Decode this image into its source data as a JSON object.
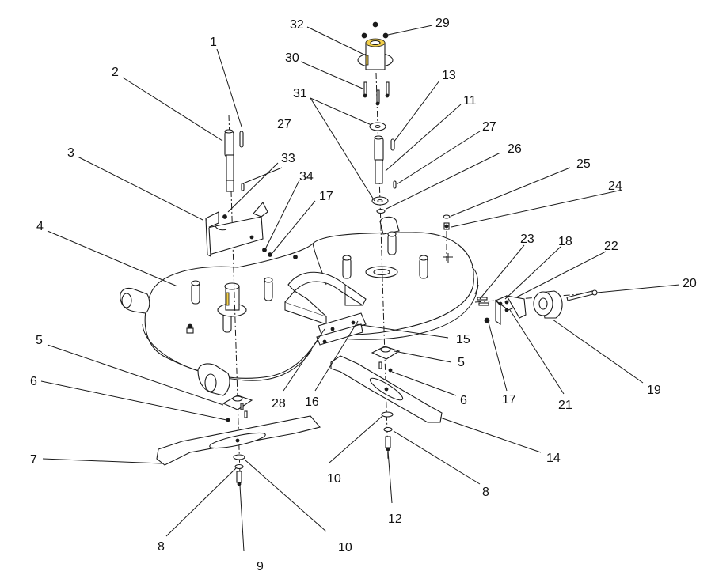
{
  "callouts": [
    {
      "id": "c1",
      "text": "1",
      "part": "key"
    },
    {
      "id": "c2",
      "text": "2",
      "part": "spindle-shaft"
    },
    {
      "id": "c3",
      "text": "3",
      "part": "mounting-bracket"
    },
    {
      "id": "c4",
      "text": "4",
      "part": "mower-deck"
    },
    {
      "id": "c5a",
      "text": "5",
      "part": "blade-adapter"
    },
    {
      "id": "c6a",
      "text": "6",
      "part": "adapter-bolt"
    },
    {
      "id": "c7",
      "text": "7",
      "part": "blade"
    },
    {
      "id": "c8a",
      "text": "8",
      "part": "lock-washer"
    },
    {
      "id": "c9",
      "text": "9",
      "part": "blade-bolt"
    },
    {
      "id": "c10a",
      "text": "10",
      "part": "flat-washer"
    },
    {
      "id": "c10b",
      "text": "10",
      "part": "flat-washer"
    },
    {
      "id": "c8b",
      "text": "8",
      "part": "lock-washer"
    },
    {
      "id": "c12",
      "text": "12",
      "part": "blade-bolt"
    },
    {
      "id": "c14",
      "text": "14",
      "part": "blade"
    },
    {
      "id": "c6b",
      "text": "6",
      "part": "adapter-bolt"
    },
    {
      "id": "c5b",
      "text": "5",
      "part": "blade-adapter"
    },
    {
      "id": "c15",
      "text": "15",
      "part": "deflector-hinge"
    },
    {
      "id": "c16",
      "text": "16",
      "part": "hinge-pin"
    },
    {
      "id": "c28",
      "text": "28",
      "part": "discharge-deflector"
    },
    {
      "id": "c17a",
      "text": "17",
      "part": "nut"
    },
    {
      "id": "c17b",
      "text": "17",
      "part": "nut"
    },
    {
      "id": "c21",
      "text": "21",
      "part": "wheel-bracket"
    },
    {
      "id": "c19",
      "text": "19",
      "part": "gauge-wheel"
    },
    {
      "id": "c20",
      "text": "20",
      "part": "wheel-bolt"
    },
    {
      "id": "c22",
      "text": "22",
      "part": "bracket-plate"
    },
    {
      "id": "c18",
      "text": "18",
      "part": "bracket"
    },
    {
      "id": "c23",
      "text": "23",
      "part": "carriage-bolt"
    },
    {
      "id": "c24",
      "text": "24",
      "part": "grease-fitting"
    },
    {
      "id": "c25",
      "text": "25",
      "part": "cap"
    },
    {
      "id": "c26",
      "text": "26",
      "part": "retaining-ring"
    },
    {
      "id": "c27a",
      "text": "27",
      "part": "key"
    },
    {
      "id": "c27b",
      "text": "27",
      "part": "key"
    },
    {
      "id": "c11",
      "text": "11",
      "part": "spindle-shaft"
    },
    {
      "id": "c13",
      "text": "13",
      "part": "key"
    },
    {
      "id": "c31",
      "text": "31",
      "part": "bearing"
    },
    {
      "id": "c30",
      "text": "30",
      "part": "spindle-bolt"
    },
    {
      "id": "c32",
      "text": "32",
      "part": "spindle-housing"
    },
    {
      "id": "c29",
      "text": "29",
      "part": "housing-nut"
    },
    {
      "id": "c33",
      "text": "33",
      "part": "bracket-bolt"
    },
    {
      "id": "c34",
      "text": "34",
      "part": "washer"
    }
  ]
}
